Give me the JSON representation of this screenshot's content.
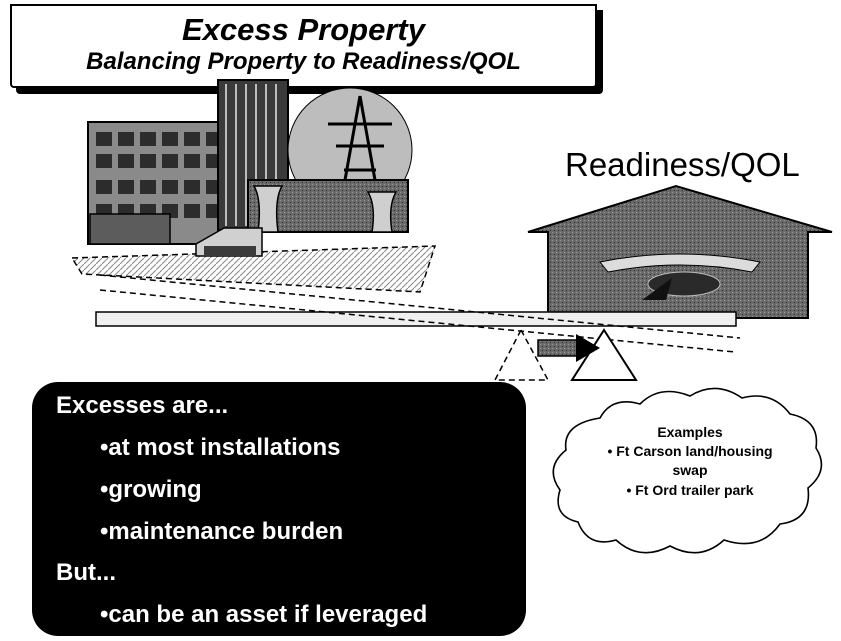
{
  "title": {
    "line1": "Excess Property",
    "line2": "Balancing Property to Readiness/QOL"
  },
  "readiness_label": "Readiness/QOL",
  "excesses": {
    "heading": "Excesses are...",
    "items": [
      "•at most installations",
      "•growing",
      "•maintenance burden"
    ],
    "but_heading": "But...",
    "but_items": [
      "•can be an asset if leveraged"
    ]
  },
  "examples": {
    "heading": "Examples",
    "items": [
      "• Ft Carson land/housing",
      "swap",
      "• Ft Ord trailer park"
    ]
  },
  "colors": {
    "house": "#555555",
    "buildings": "#3a3a3a",
    "beam": "#f0f0f0",
    "box": "#000000"
  }
}
